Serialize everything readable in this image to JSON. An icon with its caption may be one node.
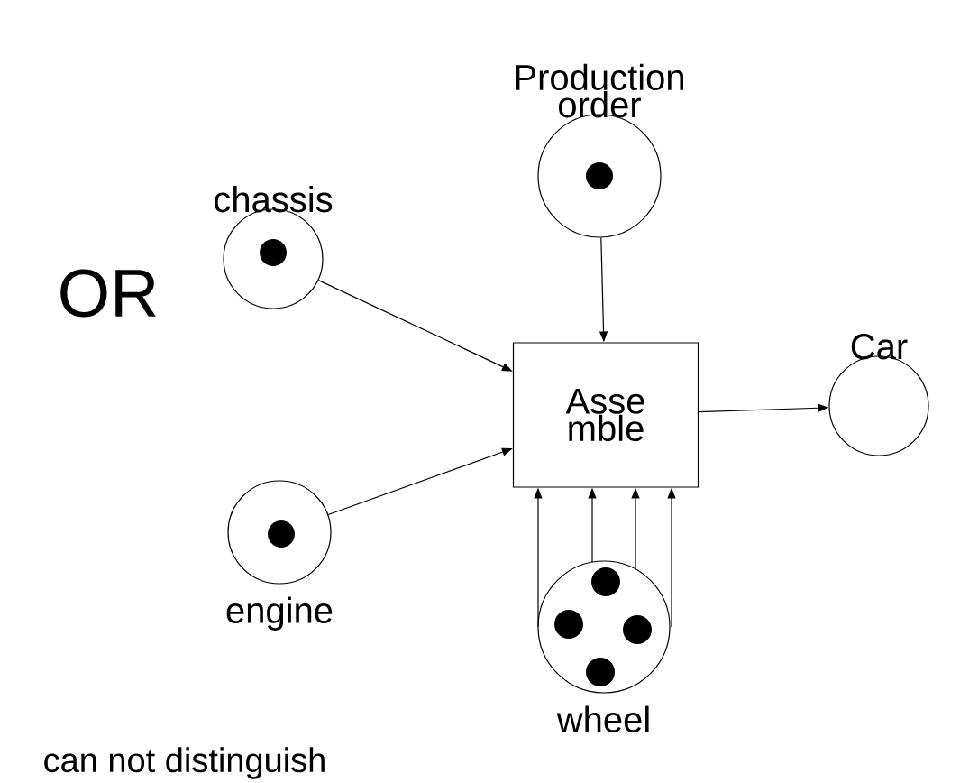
{
  "diagram": {
    "nodes": [
      {
        "text": [
          "Production order"
        ]
      },
      {
        "text": [],
        "shape": "circle",
        "in": 0
      },
      {
        "text": [
          "chassis"
        ]
      },
      {
        "text": [],
        "shape": "circle",
        "in": 2
      },
      {
        "text": [
          "engine"
        ]
      },
      {
        "text": [],
        "shape": "circle",
        "in": 4
      },
      {
        "text": [
          "Asse mble"
        ]
      },
      {
        "text": [
          "Car"
        ]
      },
      {
        "text": [
          "wheel"
        ]
      },
      {
        "text": [],
        "shape": "circle",
        "in": 8
      },
      {
        "text": [],
        "shape": "circle",
        "in": 8
      },
      {
        "text": [],
        "shape": "circle",
        "in": 8
      },
      {
        "text": [],
        "shape": "circle",
        "in": 8
      }
    ],
    "edges": [
      {
        "from": 0,
        "to": 6,
        "arrow": "to"
      },
      {
        "from": 2,
        "to": 6,
        "arrow": "to"
      },
      {
        "from": 4,
        "to": 6,
        "arrow": "to"
      },
      {
        "from": 6,
        "to": 7,
        "arrow": "to"
      },
      {
        "from": 8,
        "to": 6,
        "arrow": "to"
      },
      {
        "from": 8,
        "to": 6,
        "arrow": "to"
      },
      {
        "from": 8,
        "to": 6,
        "arrow": "to"
      },
      {
        "from": 8,
        "to": 6,
        "arrow": "to"
      }
    ],
    "labels": [
      "OR",
      "can not distinguish"
    ]
  }
}
